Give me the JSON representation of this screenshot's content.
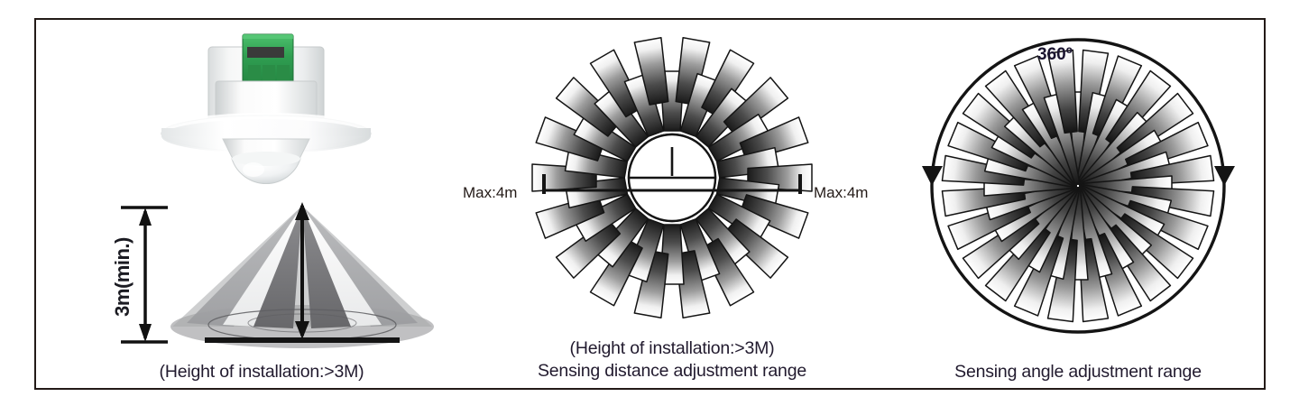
{
  "figure": {
    "border_color": "#231a17",
    "background": "#ffffff"
  },
  "panels": {
    "installation": {
      "name": "installation-height-panel",
      "caption": "(Height of installation:>3M)",
      "dimension_label": "3m(min.)",
      "device": {
        "body_color": "#f2f3f4",
        "terminal_block_color": "#2e9b4f",
        "terminal_count": 3
      },
      "detection_cone": {
        "beam_count": 4,
        "dark_beam_color": "#6f6f71",
        "light_beam_color": "#fcfcfc",
        "shadow_color": "#8d8d90"
      }
    },
    "distance": {
      "name": "sensing-distance-panel",
      "caption_line1": "(Height of installation:>3M)",
      "caption_line2": "Sensing distance adjustment range",
      "left_label": "Max:4m",
      "right_label": "Max:4m",
      "blade_count": 18,
      "ring_count": 2,
      "center_circle": true
    },
    "angle": {
      "name": "sensing-angle-panel",
      "caption": "Sensing angle adjustment range",
      "angle_label": "360º",
      "blade_count": 24,
      "ring_count": 2,
      "arrow_count": 2,
      "outer_circle": true
    }
  },
  "chart_data": {
    "type": "pie",
    "title": "PIR ceiling sensor detection coverage",
    "series": [
      {
        "name": "Sensing distance adjustment range",
        "max_radius_m": 4,
        "unit": "m",
        "blade_count": 18,
        "install_height_m": 3,
        "install_height_note": "(Height of installation:>3M)"
      },
      {
        "name": "Sensing angle adjustment range",
        "angle_deg": 360,
        "blade_count": 24
      },
      {
        "name": "Installation height",
        "value_m": 3,
        "label": "3m(min.)",
        "note": "(Height of installation:>3M)"
      }
    ]
  }
}
